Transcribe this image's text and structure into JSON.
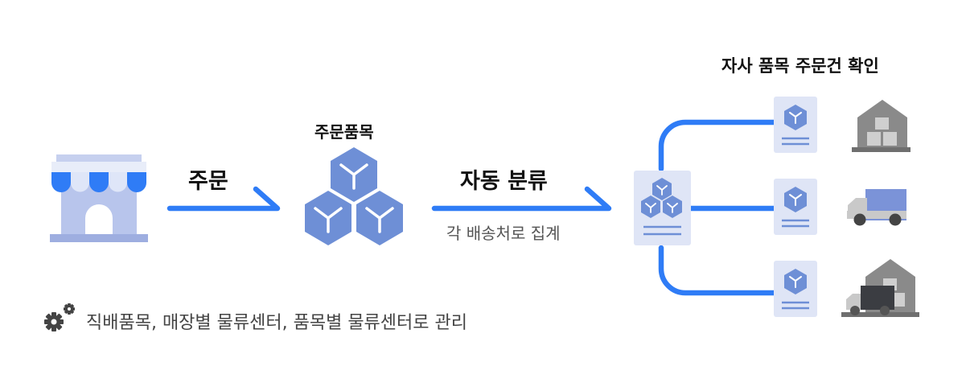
{
  "flow": {
    "order_label": "주문",
    "items_title": "주문품목",
    "sort_label": "자동 분류",
    "sort_sublabel": "각 배송처로 집계",
    "confirm_title": "자사 품목 주문건 확인"
  },
  "note": {
    "icon": "gears-icon",
    "text": "직배품목, 매장별 물류센터, 품목별 물류센터로 관리"
  },
  "icons": [
    "store-icon",
    "cube-icon",
    "document-icon",
    "warehouse-icon",
    "truck-icon",
    "warehouse-truck-icon"
  ],
  "colors": {
    "accent_blue": "#2f7cf6",
    "cube_blue": "#6e8fd6",
    "doc_bg": "#dfe5f6",
    "dark_gray": "#8a8a8a",
    "light_gray": "#c9c9c9"
  }
}
